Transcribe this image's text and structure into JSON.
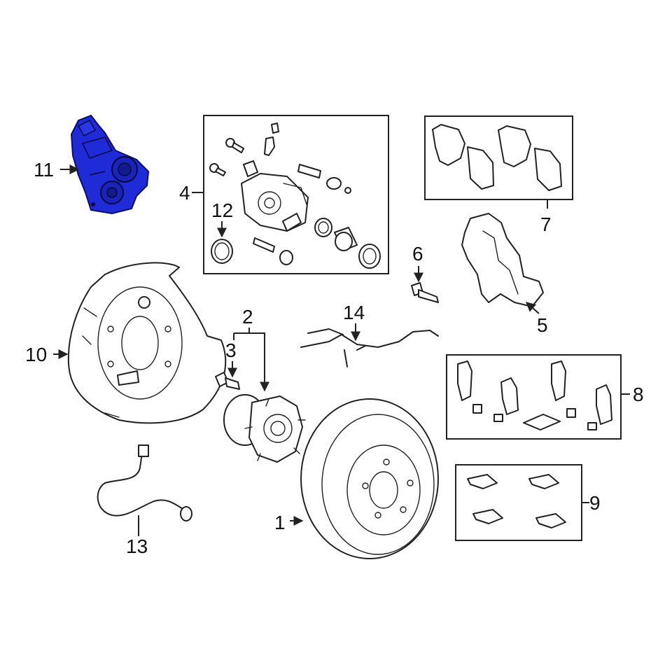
{
  "highlight_color": "#1f2bd6",
  "callouts": {
    "c1": "1",
    "c2": "2",
    "c3": "3",
    "c4": "4",
    "c5": "5",
    "c6": "6",
    "c7": "7",
    "c8": "8",
    "c9": "9",
    "c10": "10",
    "c11": "11",
    "c12": "12",
    "c13": "13",
    "c14": "14"
  }
}
